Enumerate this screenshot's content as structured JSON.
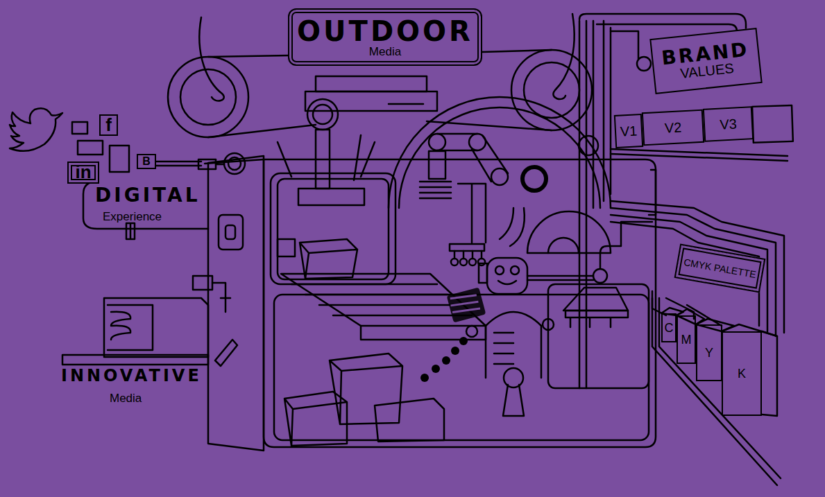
{
  "diagram": {
    "nodes": [
      {
        "text": [
          "OUTDOOR",
          "Media"
        ]
      },
      {
        "text": [
          "BRAND",
          "VALUES"
        ]
      },
      {
        "text": [
          "f"
        ]
      },
      {
        "text": [
          "V1"
        ]
      },
      {
        "text": [
          "V2"
        ]
      },
      {
        "text": [
          "V3"
        ]
      },
      {
        "text": [
          "B"
        ]
      },
      {
        "text": [
          "in"
        ]
      },
      {
        "text": [
          "CMYK PALETTE"
        ]
      },
      {
        "text": [
          "C"
        ]
      },
      {
        "text": [
          "M"
        ]
      },
      {
        "text": [
          "Y"
        ]
      },
      {
        "text": [
          "K"
        ]
      }
    ],
    "labels": [
      "DIGITAL",
      "Experience",
      "INNOVATIVE",
      "Media"
    ]
  }
}
